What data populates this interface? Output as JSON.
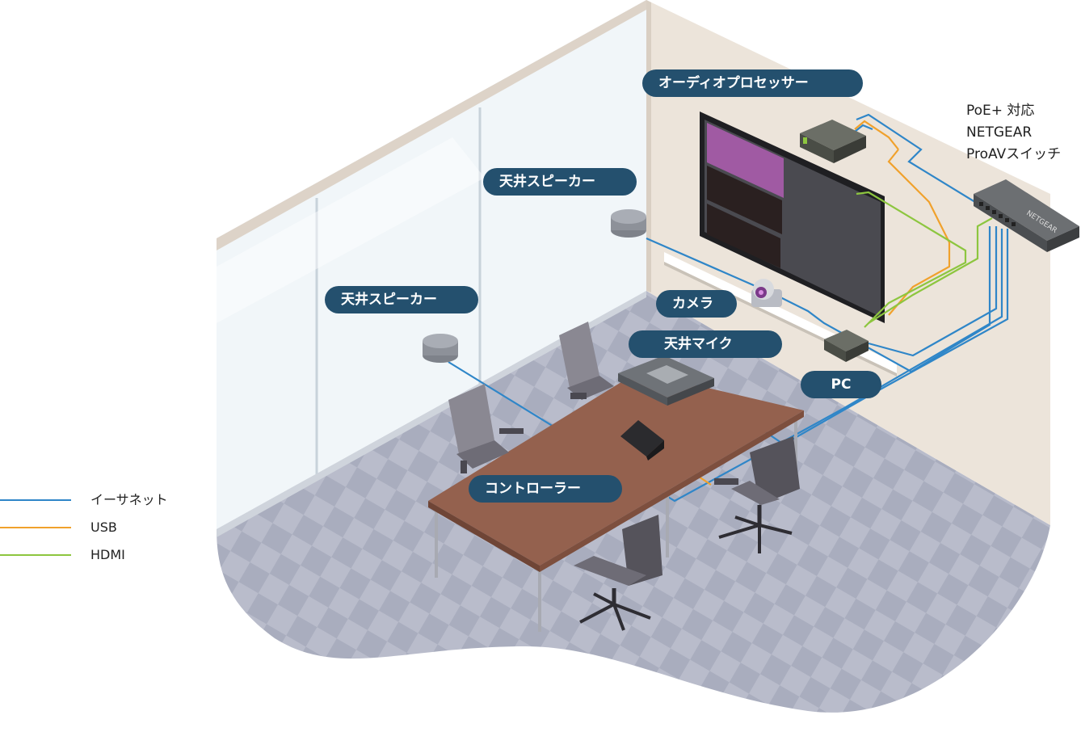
{
  "labels": {
    "audio_processor": "オーディオプロセッサー",
    "ceiling_speaker_right": "天井スピーカー",
    "ceiling_speaker_left": "天井スピーカー",
    "camera": "カメラ",
    "ceiling_mic": "天井マイク",
    "pc": "PC",
    "controller": "コントローラー"
  },
  "switch": {
    "lines": [
      "PoE+ 対応",
      "NETGEAR",
      "ProAVスイッチ"
    ],
    "brand": "NETGEAR"
  },
  "legend": [
    {
      "label": "イーサネット",
      "color": "#2f86c8"
    },
    {
      "label": "USB",
      "color": "#f0a12c"
    },
    {
      "label": "HDMI",
      "color": "#8dc63f"
    }
  ],
  "colors": {
    "label_bg": "#24506e",
    "ethernet": "#2f86c8",
    "usb": "#f0a12c",
    "hdmi": "#8dc63f",
    "wall": "#ece4da",
    "floor": "#b8bccb",
    "table": "#94614e"
  }
}
